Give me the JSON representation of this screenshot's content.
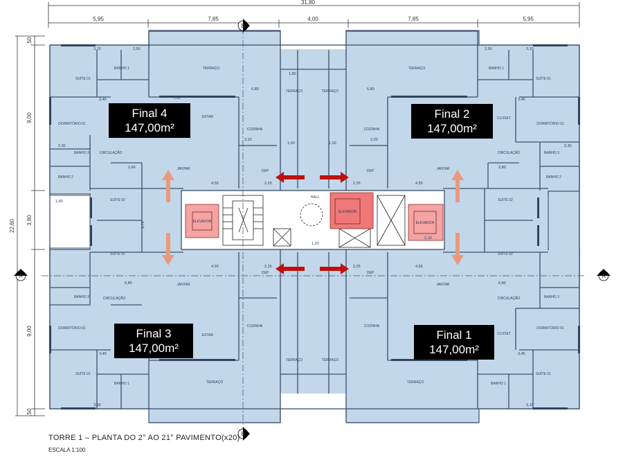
{
  "drawing": {
    "title": "TORRE 1 – PLANTA DO 2° AO 21° PAVIMENTO(x20)",
    "scale": "ESCALA 1:100",
    "overall_width": "31,80",
    "overall_depth": "22,60",
    "top_dimensions": [
      "5,95",
      "7,85",
      "4,00",
      "7,85",
      "5,95"
    ],
    "side_dimensions": [
      "9,00",
      "3,80",
      "9,00"
    ],
    "edge_dimensions": [
      ",50",
      ",50"
    ],
    "section_markers": [
      "A",
      "B"
    ]
  },
  "units": [
    {
      "name": "Final 4",
      "area": "147,00m²"
    },
    {
      "name": "Final 2",
      "area": "147,00m²"
    },
    {
      "name": "Final 3",
      "area": "147,00m²"
    },
    {
      "name": "Final 1",
      "area": "147,00m²"
    }
  ],
  "rooms": {
    "suite_01": "SUÍTE 01",
    "suite_02": "SUÍTE 02",
    "banho_1": "BANHO 1",
    "banho_2": "BANHO 2",
    "banho_3": "BANHO 3",
    "dormitorio": "DORMITÓRIO 01",
    "circulacao": "CIRCULAÇÃO",
    "closet": "CLOSET",
    "estar": "ESTAR",
    "jantar": "JANTAR",
    "terraco": "TERRAÇO",
    "cozinha": "COZINHA",
    "dep": "DEP",
    "elevador": "ELEVADOR",
    "hall": "HALL"
  },
  "room_dims": [
    "3,10",
    "2,50",
    "2,80",
    "3,45",
    "2,30",
    "4,55",
    "2,25",
    "1,20",
    "1,80",
    "6,80",
    "1,00",
    "2,20",
    "3,75",
    "1,60",
    "2,10",
    "7,20",
    "3,10"
  ],
  "colors": {
    "floor_fill": "#c3d7ea",
    "wall": "#3b4f6b",
    "core_fill": "#ffffff",
    "elevator_highlight": "#f5a3a3",
    "elevator_highlight_strong": "#f07878",
    "arrow_red": "#c0100e",
    "arrow_salmon": "#e99a7d",
    "label_bg": "#000000",
    "label_text": "#ffffff"
  }
}
